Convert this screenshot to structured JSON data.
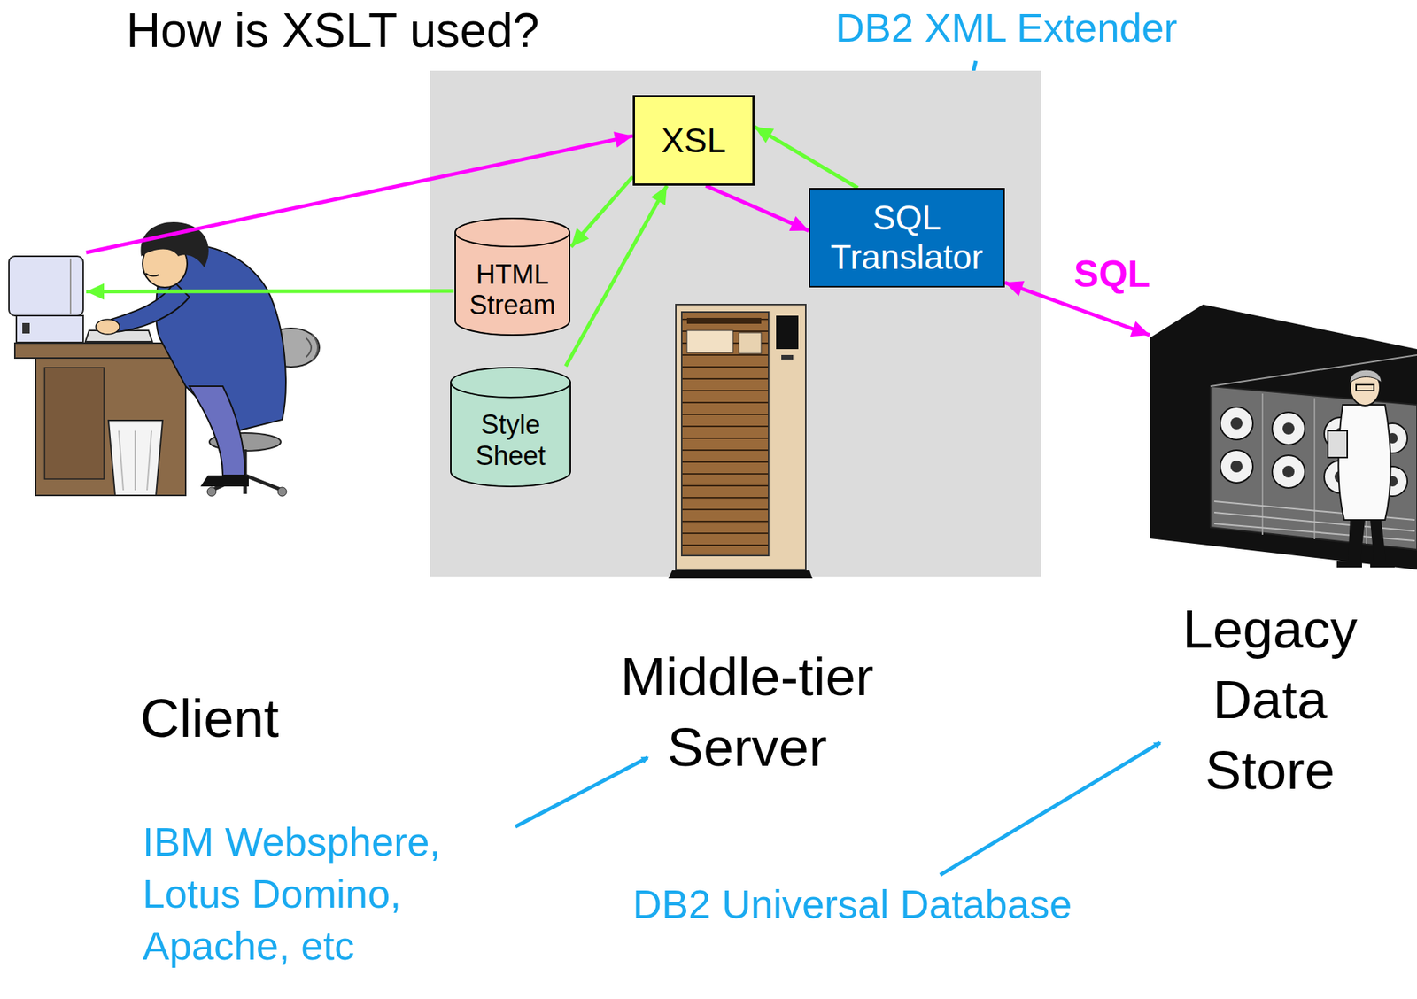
{
  "diagram": {
    "title": "How is XSLT used?",
    "nodes": [
      {
        "text": [
          "Middle-tier Server"
        ]
      },
      {
        "text": [
          "XSL"
        ],
        "in": 0
      },
      {
        "text": [
          "SQL Translator"
        ],
        "in": 0
      },
      {
        "text": [
          "HTML Stream"
        ],
        "in": 0
      },
      {
        "text": [
          "Style Sheet"
        ],
        "in": 0
      },
      {
        "text": [
          "Client"
        ]
      },
      {
        "text": [
          "Legacy Data Store"
        ]
      }
    ],
    "edges": [
      {
        "from": 5,
        "to": 1,
        "arrow": "to"
      },
      {
        "from": 1,
        "to": 2,
        "arrow": "to"
      },
      {
        "from": 2,
        "to": 6,
        "arrow": "both",
        "label": "SQL"
      },
      {
        "from": 2,
        "to": 1,
        "arrow": "to"
      },
      {
        "from": 1,
        "to": 3,
        "arrow": "to"
      },
      {
        "from": 4,
        "to": 1,
        "arrow": "to"
      },
      {
        "from": 3,
        "to": 5,
        "arrow": "to"
      }
    ],
    "labels": [
      "DB2 XML Extender",
      "IBM Websphere, Lotus Domino, Apache, etc",
      "DB2 Universal Database"
    ]
  }
}
